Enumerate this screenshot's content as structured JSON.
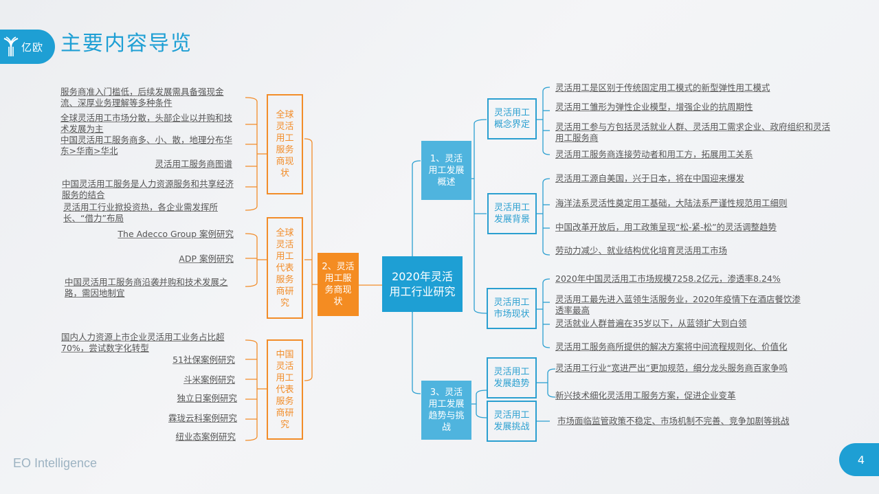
{
  "header": {
    "logo_text": "亿欧",
    "title": "主要内容导览"
  },
  "footer": {
    "brand": "EO Intelligence",
    "page_number": "4"
  },
  "colors": {
    "brand_blue": "#1e9fd4",
    "light_blue": "#4fb4de",
    "orange": "#f48c22"
  },
  "center": {
    "label": "2020年灵活用工行业研究"
  },
  "left_branch": {
    "label": "2、灵活用工服务商现状",
    "groups": [
      {
        "label": "全球灵活用工服务商现状",
        "items": [
          "服务商准入门槛低，后续发展需具备强现金流、深厚业务理解等多种条件",
          "全球灵活用工市场分散，头部企业以并购和技术发展为主",
          "中国灵活用工服务商多、小、散，地理分布华东>华南>华北",
          "灵活用工服务商图谱",
          "中国灵活用工服务是人力资源服务和共享经济服务的结合",
          "灵活用工行业掀投资热，各企业需发挥所长、“借力”布局"
        ]
      },
      {
        "label": "全球灵活用工代表服务商研究",
        "items": [
          "The Adecco Group 案例研究",
          "ADP 案例研究",
          "中国灵活用工服务商沿袭并购和技术发展之路，需因地制宜"
        ]
      },
      {
        "label": "中国灵活用工代表服务商研究",
        "items": [
          "国内人力资源上市企业灵活用工业务占比超70%，尝试数字化转型",
          "51社保案例研究",
          "斗米案例研究",
          "独立日案例研究",
          "霖珑云科案例研究",
          "纽业态案例研究"
        ]
      }
    ]
  },
  "right_branches": [
    {
      "label": "1、灵活用工发展概述",
      "groups": [
        {
          "label": "灵活用工概念界定",
          "items": [
            "灵活用工是区别于传统固定用工模式的新型弹性用工模式",
            "灵活用工雏形为弹性企业模型，增强企业的抗周期性",
            "灵活用工参与方包括灵活就业人群、灵活用工需求企业、政府组织和灵活用工服务商",
            "灵活用工服务商连接劳动者和用工方，拓展用工关系"
          ]
        },
        {
          "label": "灵活用工发展背景",
          "items": [
            "灵活用工源自美国，兴于日本，将在中国迎来爆发",
            "海洋法系灵活性奠定用工基础，大陆法系严谨性规范用工细则",
            "中国改革开放后，用工政策呈现“松-紧-松”的灵活调整趋势",
            "劳动力减少、就业结构优化培育灵活用工市场"
          ]
        },
        {
          "label": "灵活用工市场现状",
          "items": [
            "2020年中国灵活用工市场规模7258.2亿元，渗透率8.24%",
            "灵活用工最先进入蓝领生活服务业，2020年疫情下在酒店餐饮渗透率最高",
            "灵活就业人群普遍在35岁以下，从蓝领扩大到白领",
            "灵活用工服务商所提供的解决方案将中间流程规则化、价值化"
          ]
        }
      ]
    },
    {
      "label": "3、灵活用工发展趋势与挑战",
      "groups": [
        {
          "label": "灵活用工发展趋势",
          "items": [
            "灵活用工行业“宽进严出”更加规范，细分龙头服务商百家争鸣",
            "新兴技术细化灵活用工服务方案，促进企业变革"
          ]
        },
        {
          "label": "灵活用工发展挑战",
          "items": [
            "市场面临监管政策不稳定、市场机制不完善、竞争加剧等挑战"
          ]
        }
      ]
    }
  ]
}
